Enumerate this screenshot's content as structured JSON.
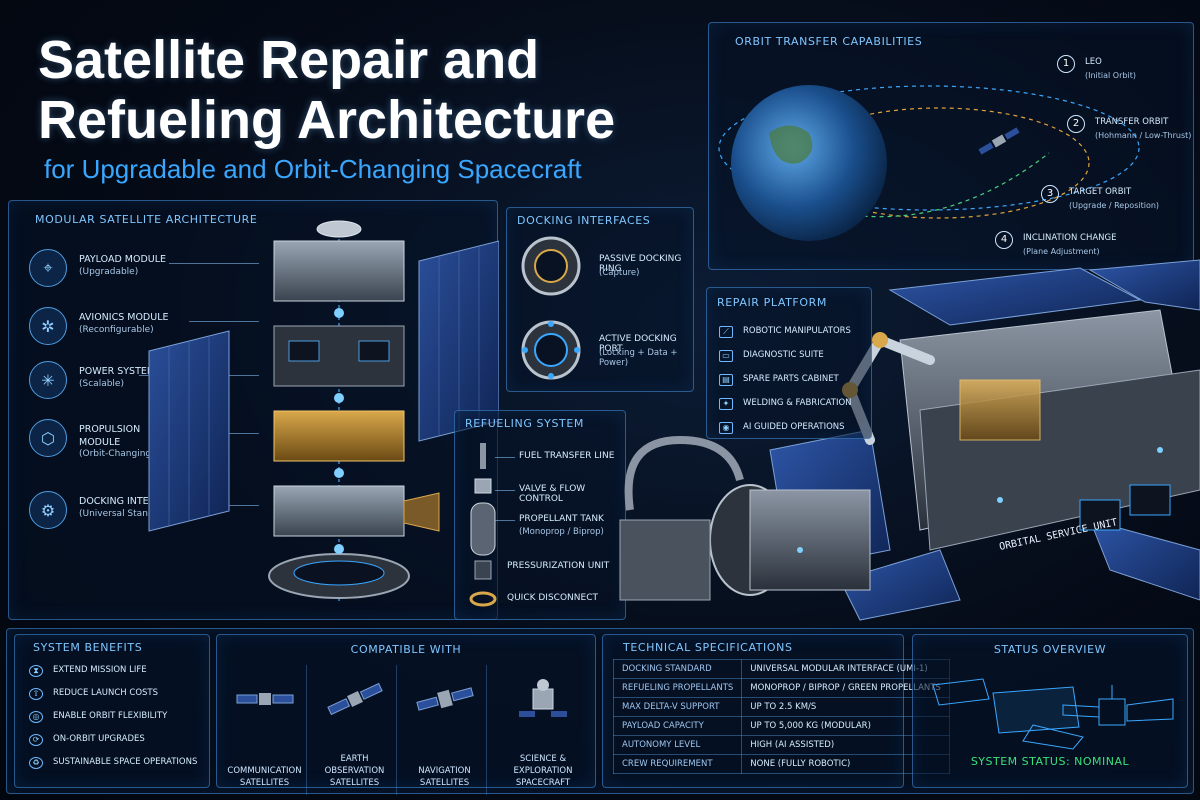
{
  "title": "Satellite Repair and Refueling Architecture",
  "subtitle": "for Upgradable and Orbit-Changing Spacecraft",
  "modular": {
    "heading": "MODULAR SATELLITE ARCHITECTURE",
    "items": [
      {
        "name": "PAYLOAD MODULE",
        "sub": "(Upgradable)",
        "icon": "satellite-dish-icon"
      },
      {
        "name": "AVIONICS MODULE",
        "sub": "(Reconfigurable)",
        "icon": "circuit-icon"
      },
      {
        "name": "POWER SYSTEM",
        "sub": "(Scalable)",
        "icon": "solar-icon"
      },
      {
        "name": "PROPULSION MODULE",
        "sub": "(Orbit-Changing)",
        "icon": "thruster-icon"
      },
      {
        "name": "DOCKING INTERFACE",
        "sub": "(Universal Standard)",
        "icon": "docking-icon"
      }
    ]
  },
  "docking": {
    "heading": "DOCKING INTERFACES",
    "items": [
      {
        "name": "PASSIVE DOCKING RING",
        "sub": "(Capture)"
      },
      {
        "name": "ACTIVE DOCKING PORT",
        "sub": "(Locking + Data + Power)"
      }
    ]
  },
  "refueling": {
    "heading": "REFUELING SYSTEM",
    "items": [
      {
        "name": "FUEL TRANSFER LINE",
        "sub": ""
      },
      {
        "name": "VALVE & FLOW CONTROL",
        "sub": ""
      },
      {
        "name": "PROPELLANT TANK",
        "sub": "(Monoprop / Biprop)"
      },
      {
        "name": "PRESSURIZATION UNIT",
        "sub": ""
      },
      {
        "name": "QUICK DISCONNECT",
        "sub": ""
      }
    ]
  },
  "orbit": {
    "heading": "ORBIT TRANSFER CAPABILITIES",
    "steps": [
      {
        "num": "1",
        "name": "LEO",
        "sub": "(Initial Orbit)"
      },
      {
        "num": "2",
        "name": "TRANSFER ORBIT",
        "sub": "(Hohmann / Low-Thrust)"
      },
      {
        "num": "3",
        "name": "TARGET ORBIT",
        "sub": "(Upgrade / Reposition)"
      },
      {
        "num": "4",
        "name": "INCLINATION CHANGE",
        "sub": "(Plane Adjustment)"
      }
    ]
  },
  "repair": {
    "heading": "REPAIR PLATFORM",
    "items": [
      {
        "name": "ROBOTIC MANIPULATORS",
        "icon": "robot-arm-icon"
      },
      {
        "name": "DIAGNOSTIC SUITE",
        "icon": "monitor-icon"
      },
      {
        "name": "SPARE PARTS CABINET",
        "icon": "cabinet-icon"
      },
      {
        "name": "WELDING & FABRICATION",
        "icon": "welding-icon"
      },
      {
        "name": "AI GUIDED OPERATIONS",
        "icon": "ai-icon"
      }
    ]
  },
  "service_unit_label": "ORBITAL SERVICE UNIT",
  "benefits": {
    "heading": "SYSTEM BENEFITS",
    "items": [
      {
        "name": "EXTEND MISSION LIFE",
        "icon": "hourglass-icon"
      },
      {
        "name": "REDUCE LAUNCH COSTS",
        "icon": "rocket-icon"
      },
      {
        "name": "ENABLE ORBIT FLEXIBILITY",
        "icon": "orbit-icon"
      },
      {
        "name": "ON-ORBIT UPGRADES",
        "icon": "upgrade-icon"
      },
      {
        "name": "SUSTAINABLE SPACE OPERATIONS",
        "icon": "recycle-icon"
      }
    ]
  },
  "compatible": {
    "heading": "COMPATIBLE WITH",
    "items": [
      {
        "name": "COMMUNICATION SATELLITES"
      },
      {
        "name": "EARTH OBSERVATION SATELLITES"
      },
      {
        "name": "NAVIGATION SATELLITES"
      },
      {
        "name": "SCIENCE & EXPLORATION SPACECRAFT"
      }
    ]
  },
  "specs": {
    "heading": "TECHNICAL SPECIFICATIONS",
    "rows": [
      {
        "k": "DOCKING STANDARD",
        "v": "UNIVERSAL MODULAR INTERFACE (UMI-1)"
      },
      {
        "k": "REFUELING PROPELLANTS",
        "v": "MONOPROP / BIPROP / GREEN PROPELLANTS"
      },
      {
        "k": "MAX DELTA-V SUPPORT",
        "v": "UP TO 2.5 km/s"
      },
      {
        "k": "PAYLOAD CAPACITY",
        "v": "UP TO 5,000 kg (MODULAR)"
      },
      {
        "k": "AUTONOMY LEVEL",
        "v": "HIGH (AI ASSISTED)"
      },
      {
        "k": "CREW REQUIREMENT",
        "v": "NONE (FULLY ROBOTIC)"
      }
    ]
  },
  "status": {
    "heading": "STATUS OVERVIEW",
    "text": "SYSTEM STATUS: NOMINAL",
    "color": "#3be07a"
  }
}
